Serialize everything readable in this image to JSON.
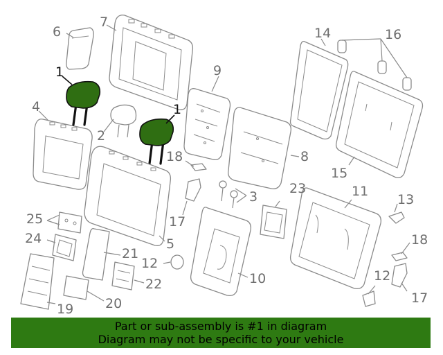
{
  "diagram": {
    "highlighted_part": "1",
    "highlight_color": "#2f6e12",
    "callouts": [
      "1",
      "1",
      "2",
      "3",
      "4",
      "5",
      "6",
      "7",
      "8",
      "9",
      "10",
      "11",
      "12",
      "12",
      "13",
      "14",
      "15",
      "16",
      "17",
      "17",
      "18",
      "18",
      "19",
      "20",
      "21",
      "22",
      "23",
      "24",
      "25"
    ]
  },
  "footer": {
    "line1": "Part or sub-assembly is #1 in diagram",
    "line2": "Diagram may not be specific to your vehicle",
    "background": "#2e7a12"
  }
}
